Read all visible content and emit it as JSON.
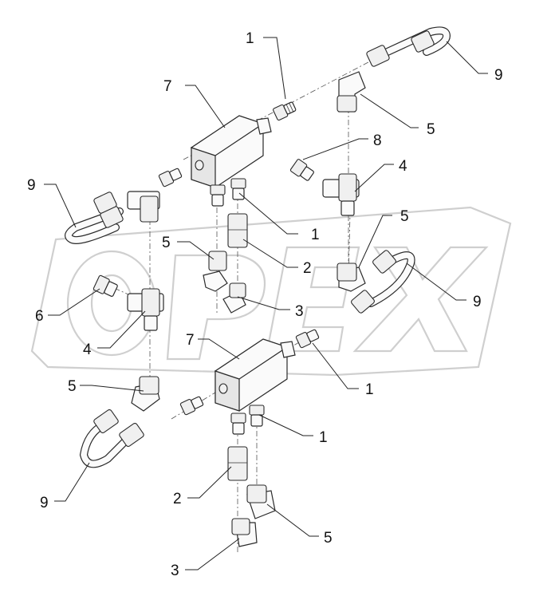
{
  "diagram": {
    "callouts": [
      {
        "id": "c1",
        "text": "1"
      },
      {
        "id": "c2",
        "text": "9"
      },
      {
        "id": "c3",
        "text": "7"
      },
      {
        "id": "c4",
        "text": "5"
      },
      {
        "id": "c5",
        "text": "8"
      },
      {
        "id": "c6",
        "text": "4"
      },
      {
        "id": "c7",
        "text": "9"
      },
      {
        "id": "c8",
        "text": "1"
      },
      {
        "id": "c9",
        "text": "5"
      },
      {
        "id": "c10",
        "text": "2"
      },
      {
        "id": "c11",
        "text": "5"
      },
      {
        "id": "c12",
        "text": "3"
      },
      {
        "id": "c13",
        "text": "9"
      },
      {
        "id": "c14",
        "text": "6"
      },
      {
        "id": "c15",
        "text": "4"
      },
      {
        "id": "c16",
        "text": "7"
      },
      {
        "id": "c17",
        "text": "1"
      },
      {
        "id": "c18",
        "text": "5"
      },
      {
        "id": "c19",
        "text": "1"
      },
      {
        "id": "c20",
        "text": "9"
      },
      {
        "id": "c21",
        "text": "2"
      },
      {
        "id": "c22",
        "text": "5"
      },
      {
        "id": "c23",
        "text": "3"
      }
    ],
    "watermark": "OPEX"
  }
}
